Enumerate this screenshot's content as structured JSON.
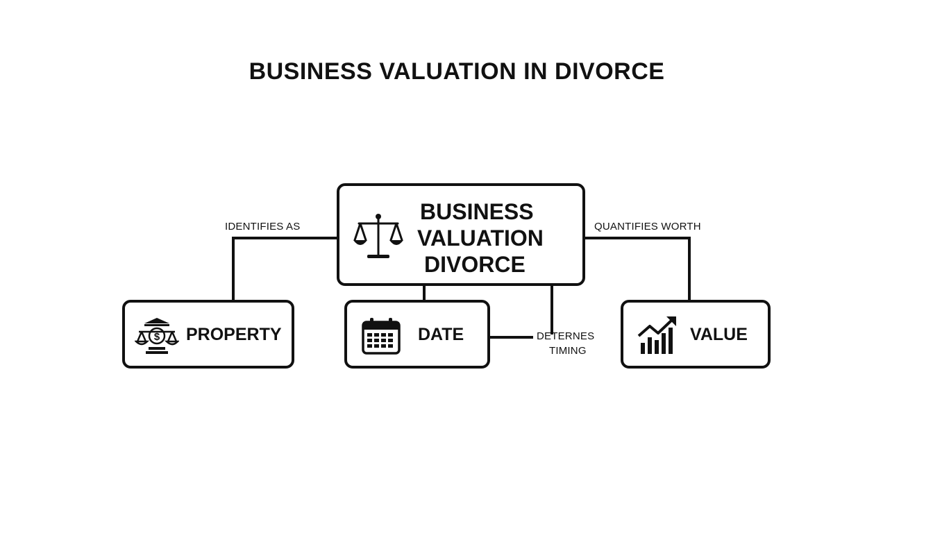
{
  "title": "BUSINESS VALUATION IN DIVORCE",
  "center_node": {
    "line1": "BUSINESS",
    "line2": "VALUATION",
    "line3": "DIVORCE",
    "icon": "scales-of-justice-icon"
  },
  "nodes": {
    "property": {
      "label": "PROPERTY",
      "icon": "bank-dollar-scales-icon"
    },
    "date": {
      "label": "DATE",
      "icon": "calendar-icon"
    },
    "value": {
      "label": "VALUE",
      "icon": "growth-chart-icon"
    }
  },
  "edges": {
    "identifies": "IDENTIFIES AS",
    "quantifies": "QUANTIFIES WORTH",
    "determines_line1": "DETERNES",
    "determines_line2": "TIMING"
  },
  "colors": {
    "stroke": "#111111",
    "background": "#ffffff"
  }
}
